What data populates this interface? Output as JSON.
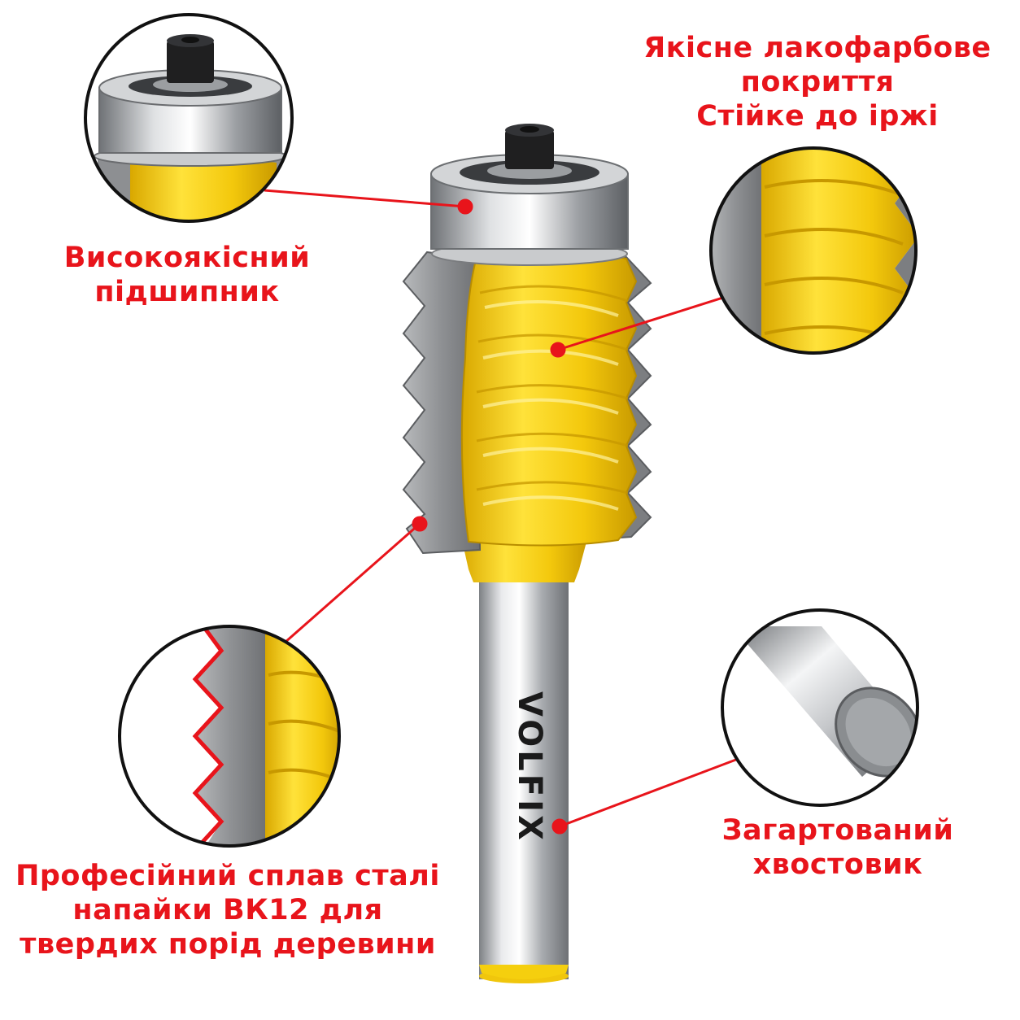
{
  "captions": {
    "coating": [
      "Якісне лакофарбове",
      "покриття",
      "Стійке до іржі"
    ],
    "bearing": [
      "Високоякісний",
      "підшипник"
    ],
    "alloy": [
      "Професійний сплав сталі",
      "напайки ВК12 для",
      "твердих порід деревини"
    ],
    "shank": [
      "Загартований",
      "хвостовик"
    ]
  },
  "brand": "VOLFIX",
  "colors": {
    "accent_red": "#e8141b",
    "body_yellow": "#f5cf0e",
    "carbide_gray": "#8a8c8e",
    "steel": "#c8cacc"
  }
}
